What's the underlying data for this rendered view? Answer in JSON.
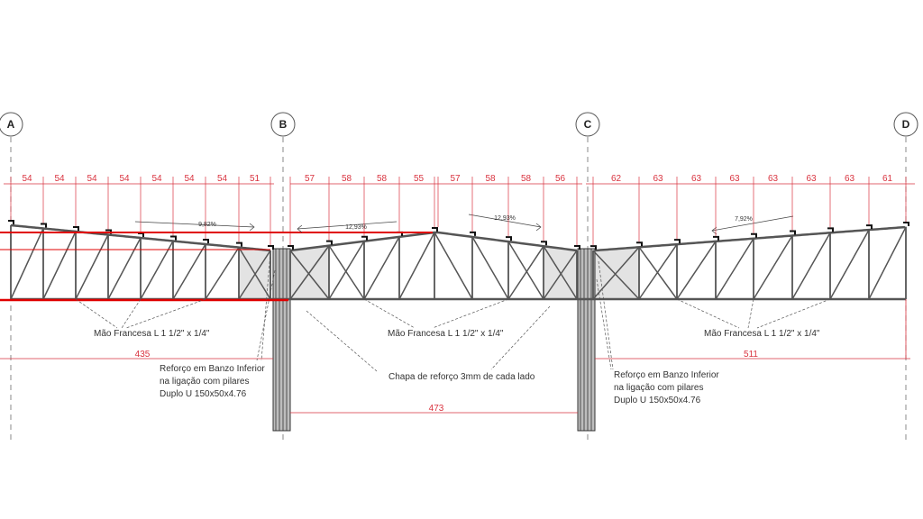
{
  "title": "Elevação de treliças - eixos A a D",
  "axes": [
    "A",
    "B",
    "C",
    "D"
  ],
  "spans": [
    {
      "from": "A",
      "to": "B",
      "panels": [
        54,
        54,
        54,
        54,
        54,
        54,
        54,
        51
      ],
      "slope": "9,82%",
      "total": "435"
    },
    {
      "from": "B",
      "to": "C",
      "panels": [
        57,
        58,
        58,
        55,
        57,
        58,
        58,
        56
      ],
      "slope": "12,93%",
      "slope2": "12,93%",
      "total": "473"
    },
    {
      "from": "C",
      "to": "D",
      "panels": [
        62,
        63,
        63,
        63,
        63,
        63,
        63,
        61
      ],
      "slope": "7,92%",
      "total": "511"
    }
  ],
  "notes": {
    "knee_brace": "Mão Francesa L 1 1/2\" x 1/4\"",
    "reinforcement_line1": "Reforço em Banzo Inferior",
    "reinforcement_line2": "na ligação com pilares",
    "reinforcement_line3": "Duplo U 150x50x4.76",
    "plate": "Chapa de reforço 3mm de cada lado"
  },
  "colors": {
    "dimension": "#d9333f",
    "structure": "#555555",
    "highlight": "#e00000",
    "panel_fill": "#e3e3e3"
  }
}
